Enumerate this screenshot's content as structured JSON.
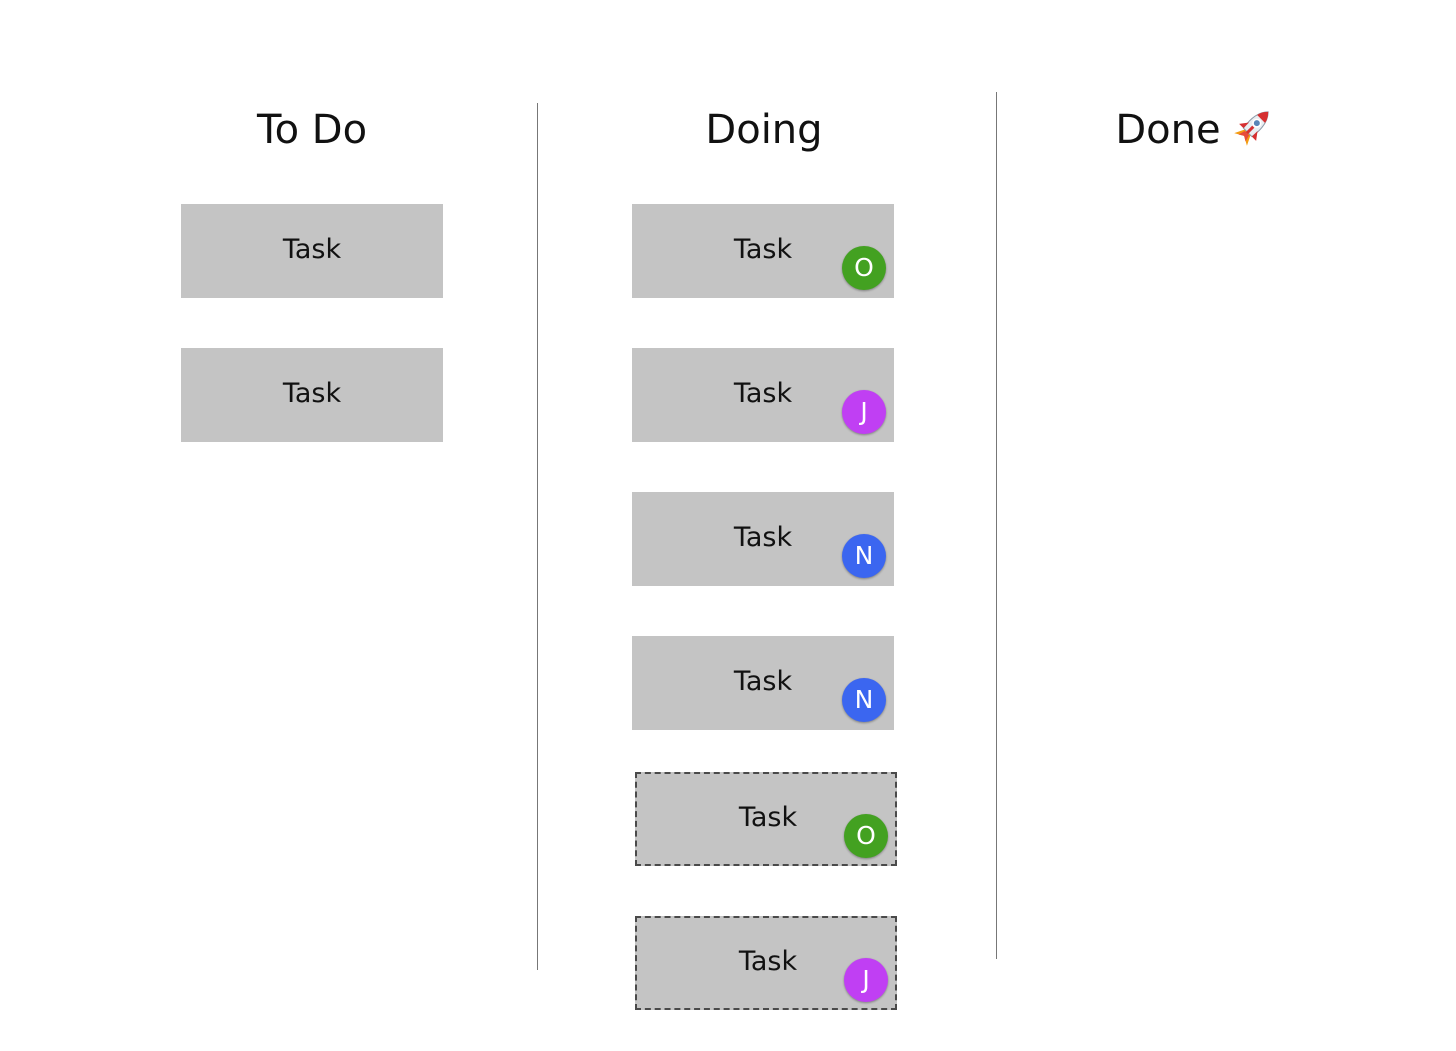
{
  "columns": [
    {
      "title": "To Do",
      "cards": [
        {
          "label": "Task"
        },
        {
          "label": "Task"
        }
      ]
    },
    {
      "title": "Doing",
      "cards": [
        {
          "label": "Task",
          "assignee": "O",
          "color": "#43a121"
        },
        {
          "label": "Task",
          "assignee": "J",
          "color": "#c03ff3"
        },
        {
          "label": "Task",
          "assignee": "N",
          "color": "#3b66f0"
        },
        {
          "label": "Task",
          "assignee": "N",
          "color": "#3b66f0"
        },
        {
          "label": "Task",
          "assignee": "O",
          "color": "#43a121",
          "style": "dashed"
        },
        {
          "label": "Task",
          "assignee": "J",
          "color": "#c03ff3",
          "style": "dashed"
        }
      ]
    },
    {
      "title": "Done",
      "icon": "rocket-icon",
      "cards": []
    }
  ]
}
